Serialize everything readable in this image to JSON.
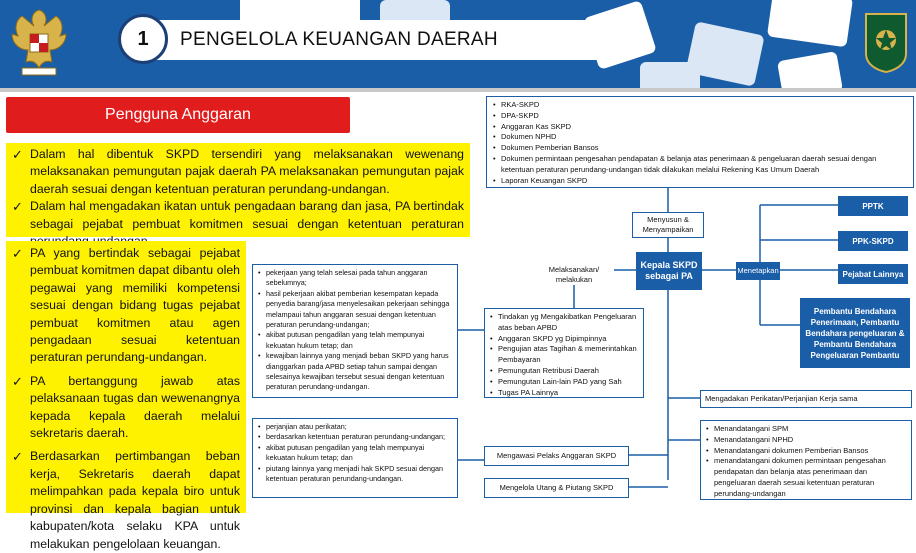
{
  "header": {
    "number": "1",
    "title": "PENGELOLA KEUANGAN DAERAH"
  },
  "pa_title": "Pengguna Anggaran",
  "yellow_top": [
    "Dalam hal dibentuk SKPD tersendiri yang melaksanakan wewenang melaksanakan pemungutan pajak daerah PA melaksanakan pemungutan pajak daerah sesuai dengan ketentuan peraturan perundang-undangan.",
    "Dalam hal mengadakan ikatan untuk pengadaan barang dan jasa, PA bertindak sebagai pejabat pembuat komitmen sesuai dengan ketentuan peraturan perundang-undangan."
  ],
  "yellow_bottom": [
    "PA yang bertindak sebagai pejabat pembuat komitmen dapat dibantu oleh pegawai yang memiliki kompetensi sesuai dengan bidang tugas pejabat pembuat komitmen atau agen pengadaan sesuai ketentuan peraturan perundang-undangan.",
    "PA bertanggung jawab atas pelaksanaan tugas dan wewenangnya kepada kepala daerah melalui sekretaris daerah.",
    "Berdasarkan pertimbangan beban kerja, Sekretaris daerah dapat melimpahkan pada kepala biro untuk provinsi dan kepala bagian untuk kabupaten/kota selaku KPA untuk melakukan pengelolaan keuangan."
  ],
  "documents": [
    "RKA-SKPD",
    "DPA-SKPD",
    "Anggaran Kas SKPD",
    "Dokumen NPHD",
    "Dokumen Pemberian Bansos",
    "Dokumen permintaan pengesahan pendapatan & belanja atas penerimaan & pengeluaran daerah sesuai dengan ketentuan peraturan perundang-undangan tidak dilakukan melalui Rekening Kas Umum Daerah",
    "Laporan Keuangan SKPD"
  ],
  "center": "Kepala SKPD sebagai PA",
  "labels": {
    "menyusun": "Menyusun & Menyampaikan",
    "melaksanakan": "Melaksanakan/ melakukan",
    "menetapkan": "Menetapkan",
    "perikatan": "Mengadakan Perikatan/Perjanjian Kerja sama",
    "mengawasi": "Mengawasi Pelaks Anggaran SKPD",
    "mengelola": "Mengelola Utang & Piutang SKPD"
  },
  "appointees": {
    "pptk": "PPTK",
    "ppk": "PPK-SKPD",
    "lainnya": "Pejabat Lainnya",
    "bendahara": "Pembantu Bendahara Penerimaan, Pembantu Bendahara pengeluaran & Pembantu Bendahara Pengeluaran Pembantu"
  },
  "melaksanakan_items": [
    "Tindakan yg Mengakibatkan Pengeluaran atas beban APBD",
    "Anggaran SKPD yg Dipimpinnya",
    "Pengujian atas Tagihan & memerintahkan Pembayaran",
    "Pemungutan Retribusi Daerah",
    "Pemungutan Lain-lain PAD yang Sah",
    "Tugas PA Lainnya"
  ],
  "utang_items": [
    "pekerjaan yang telah selesai pada tahun anggaran sebelumnya;",
    "hasil pekerjaan akibat pemberian kesempatan kepada penyedia barang/jasa menyelesaikan pekerjaan sehingga melampaui tahun anggaran sesuai dengan ketentuan peraturan perundang-undangan;",
    "akibat putusan pengadilan yang telah mempunyai kekuatan hukum tetap; dan",
    "kewajiban lainnya yang menjadi beban SKPD yang harus dianggarkan pada APBD setiap tahun sampai dengan selesainya kewajiban tersebut sesuai dengan ketentuan peraturan perundang-undangan."
  ],
  "piutang_items": [
    "perjanjian atau perikatan;",
    "berdasarkan ketentuan peraturan perundang-undangan;",
    "akibat putusan pengadilan yang telah mempunyai kekuatan hukum tetap; dan",
    "piutang lainnya yang menjadi hak SKPD sesuai dengan ketentuan peraturan perundang-undangan."
  ],
  "perikatan_items": [
    "Menandatangani SPM",
    "Menandatangani NPHD",
    "Menandatangani dokumen Pemberian Bansos",
    "menandatangani dokumen permintaan pengesahan pendapatan dan belanja atas penerimaan dan pengeluaran daerah sesuai ketentuan peraturan perundang-undangan"
  ],
  "colors": {
    "blue": "#1b5ea8",
    "red": "#e11c1c",
    "yellow": "#fff200"
  }
}
